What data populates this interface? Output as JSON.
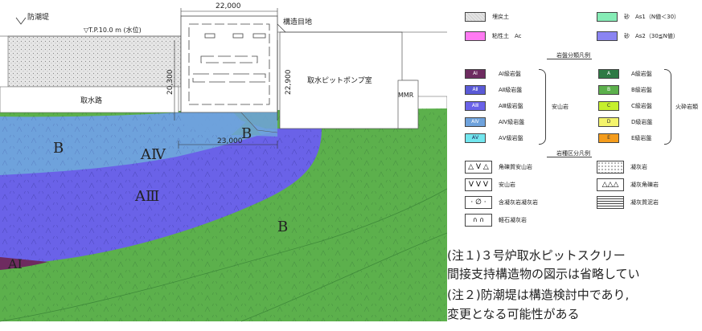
{
  "section": {
    "seawall_label": "防潮堤",
    "water_level_label": "▽T.P.10.0 m (水位)",
    "structure_joint_label": "構造目地",
    "top_width_dim": "22,000",
    "bottom_width_dim": "23,000",
    "left_height_dim": "20,300",
    "right_height_dim": "22,900",
    "intake_channel_label": "取水路",
    "pump_room_label": "取水ピットポンプ室",
    "mmr_label": "MMR",
    "zones": [
      "B",
      "AⅣ",
      "B",
      "AⅢ",
      "B",
      "AⅠ"
    ]
  },
  "legend": {
    "fill_top": [
      {
        "label": "埋戻土",
        "color": "#e8e8e8",
        "pattern": "dots"
      },
      {
        "label": "砂　As1（N値＜30）",
        "color": "#86ecb6"
      },
      {
        "label": "粘性土　Ac",
        "color": "#ff7af2"
      },
      {
        "label": "砂　As2（30≦N値）",
        "color": "#8a84f2"
      }
    ],
    "rock_class_title": "岩盤分類凡例",
    "andesite": [
      {
        "code": "AⅠ",
        "label": "AⅠ級岩盤",
        "color": "#6e2b60"
      },
      {
        "code": "AⅡ",
        "label": "AⅡ級岩盤",
        "color": "#5a5ad6"
      },
      {
        "code": "AⅢ",
        "label": "AⅢ級岩盤",
        "color": "#6a62e8"
      },
      {
        "code": "AⅣ",
        "label": "AⅣ級岩盤",
        "color": "#6ea2dc"
      },
      {
        "code": "AⅤ",
        "label": "AⅤ級岩盤",
        "color": "#72e6ee"
      }
    ],
    "andesite_group": "安山岩",
    "volcanic": [
      {
        "code": "A",
        "label": "A級岩盤",
        "color": "#2e7a44"
      },
      {
        "code": "B",
        "label": "B級岩盤",
        "color": "#5cb04c"
      },
      {
        "code": "C",
        "label": "C級岩盤",
        "color": "#c6f02c"
      },
      {
        "code": "D",
        "label": "D級岩盤",
        "color": "#f4f46c"
      },
      {
        "code": "E",
        "label": "E級岩盤",
        "color": "#f49c1c"
      }
    ],
    "volcanic_group": "火砕岩類",
    "rock_type_title": "岩種区分凡例",
    "rock_types": [
      {
        "label": "角礫質安山岩",
        "symbol": "angular"
      },
      {
        "label": "凝灰岩",
        "symbol": "dots"
      },
      {
        "label": "安山岩",
        "symbol": "v"
      },
      {
        "label": "凝灰角礫岩",
        "symbol": "triangles"
      },
      {
        "label": "含凝灰岩凝灰岩",
        "symbol": "dash"
      },
      {
        "label": "凝灰質泥岩",
        "symbol": "lines"
      },
      {
        "label": "軽石凝灰岩",
        "symbol": "arcs"
      }
    ]
  },
  "notes": [
    "(注１)３号炉取水ピットスクリー",
    "間接支持構造物の図示は省略してい",
    "(注２)防潮堤は構造検討中であり,",
    "変更となる可能性がある"
  ]
}
